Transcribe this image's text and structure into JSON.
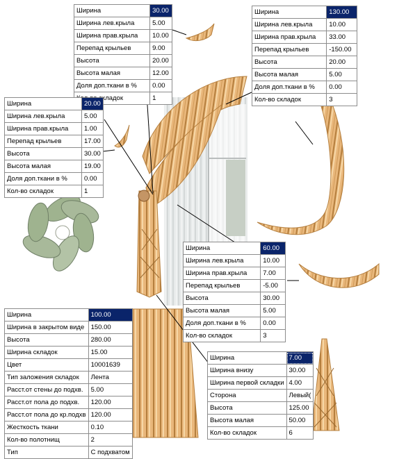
{
  "colors": {
    "fabric": "#e9b77b",
    "fabric_dark": "#b57f3e",
    "fabric_light": "#f6d7a6",
    "selection": "#0a246a",
    "grid": "#8c8c8c",
    "leader": "#000000",
    "sheer": "#e8ebeb",
    "flower_leaf": "#9fb38f"
  },
  "tables": {
    "t_top_center": {
      "rows": [
        {
          "label": "Ширина",
          "value": "30.00",
          "selected": true
        },
        {
          "label": "Ширина лев.крыла",
          "value": "5.00"
        },
        {
          "label": "Ширина прав.крыла",
          "value": "10.00"
        },
        {
          "label": "Перепад крыльев",
          "value": "9.00"
        },
        {
          "label": "Высота",
          "value": "20.00"
        },
        {
          "label": "Высота малая",
          "value": "12.00"
        },
        {
          "label": "Доля доп.ткани в %",
          "value": "0.00"
        },
        {
          "label": "Кол-во складок",
          "value": "1"
        }
      ]
    },
    "t_top_right": {
      "rows": [
        {
          "label": "Ширина",
          "value": "130.00",
          "selected": true
        },
        {
          "label": "Ширина лев.крыла",
          "value": "10.00"
        },
        {
          "label": "Ширина прав.крыла",
          "value": "33.00"
        },
        {
          "label": "Перепад крыльев",
          "value": "-150.00"
        },
        {
          "label": "Высота",
          "value": "20.00"
        },
        {
          "label": "Высота малая",
          "value": "5.00"
        },
        {
          "label": "Доля доп.ткани в %",
          "value": "0.00"
        },
        {
          "label": "Кол-во складок",
          "value": "3"
        }
      ]
    },
    "t_left": {
      "rows": [
        {
          "label": "Ширина",
          "value": "20.00",
          "selected": true
        },
        {
          "label": "Ширина лев.крыла",
          "value": "5.00"
        },
        {
          "label": "Ширина прав.крыла",
          "value": "1.00"
        },
        {
          "label": "Перепад крыльев",
          "value": "17.00"
        },
        {
          "label": "Высота",
          "value": "30.00"
        },
        {
          "label": "Высота малая",
          "value": "19.00"
        },
        {
          "label": "Доля доп.ткани в %",
          "value": "0.00"
        },
        {
          "label": "Кол-во складок",
          "value": "1"
        }
      ]
    },
    "t_mid_right": {
      "rows": [
        {
          "label": "Ширина",
          "value": "60.00",
          "selected": true
        },
        {
          "label": "Ширина лев.крыла",
          "value": "10.00"
        },
        {
          "label": "Ширина прав.крыла",
          "value": "7.00"
        },
        {
          "label": "Перепад крыльев",
          "value": "-5.00"
        },
        {
          "label": "Высота",
          "value": "30.00"
        },
        {
          "label": "Высота малая",
          "value": "5.00"
        },
        {
          "label": "Доля доп.ткани в %",
          "value": "0.00"
        },
        {
          "label": "Кол-во складок",
          "value": "3"
        }
      ]
    },
    "t_bottom_left": {
      "rows": [
        {
          "label": "Ширина",
          "value": "100.00",
          "selected": true
        },
        {
          "label": "Ширина в закрытом виде",
          "value": "150.00"
        },
        {
          "label": "Высота",
          "value": "280.00"
        },
        {
          "label": "Ширина складок",
          "value": "15.00"
        },
        {
          "label": "Цвет",
          "value": "10001639"
        },
        {
          "label": "Тип заложения складок",
          "value": "Лента"
        },
        {
          "label": "Расст.от стены до подхв.",
          "value": "5.00"
        },
        {
          "label": "Расст.от пола до подхв.",
          "value": "120.00"
        },
        {
          "label": "Расст.от пола до кр.подхв",
          "value": "120.00"
        },
        {
          "label": "Жесткость ткани",
          "value": "0.10"
        },
        {
          "label": "Кол-во полотнищ",
          "value": "2"
        },
        {
          "label": "Тип",
          "value": "С подхватом"
        }
      ]
    },
    "t_bottom_right": {
      "rows": [
        {
          "label": "Ширина",
          "value": "7.00",
          "selected": true,
          "focus": true
        },
        {
          "label": "Ширина внизу",
          "value": "30.00"
        },
        {
          "label": "Ширина первой складки",
          "value": "4.00"
        },
        {
          "label": "Сторона",
          "value": "Левый("
        },
        {
          "label": "Высота",
          "value": "125.00"
        },
        {
          "label": "Высота малая",
          "value": "50.00"
        },
        {
          "label": "Кол-во складок",
          "value": "6"
        }
      ]
    }
  }
}
